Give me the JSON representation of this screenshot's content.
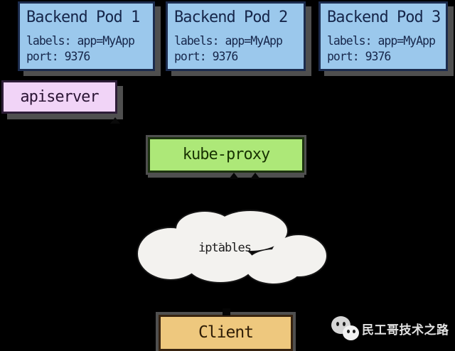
{
  "diagram": {
    "pods": [
      {
        "title": "Backend Pod 1",
        "labels": "labels: app=MyApp",
        "port": "port: 9376"
      },
      {
        "title": "Backend Pod 2",
        "labels": "labels: app=MyApp",
        "port": "port: 9376"
      },
      {
        "title": "Backend Pod 3",
        "labels": "labels: app=MyApp",
        "port": "port: 9376"
      }
    ],
    "apiserver": {
      "label": "apiserver"
    },
    "kube_proxy": {
      "label": "kube-proxy"
    },
    "iptables": {
      "label": "iptables"
    },
    "client": {
      "label": "Client"
    }
  },
  "watermark": {
    "text": "民工哥技术之路",
    "icon": "wechat-icon"
  },
  "colors": {
    "background": "#000000",
    "pod_fill": "#9bc8ec",
    "pod_border": "#1c2c4e",
    "apiserver_fill": "#f1d4f7",
    "kube_proxy_fill": "#ade878",
    "client_fill": "#eec87e",
    "cloud_fill": "#f3f2ef",
    "shadow_gray": "#4f4f4f"
  }
}
